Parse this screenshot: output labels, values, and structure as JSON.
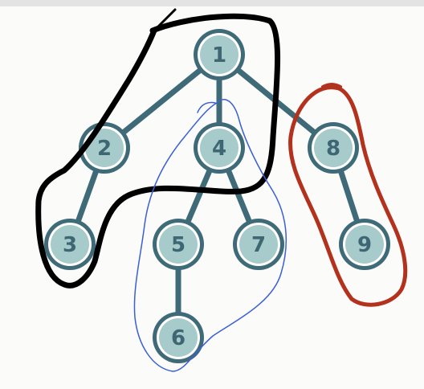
{
  "diagram": {
    "nodes": [
      {
        "id": "1",
        "label": "1"
      },
      {
        "id": "2",
        "label": "2"
      },
      {
        "id": "4",
        "label": "4"
      },
      {
        "id": "8",
        "label": "8"
      },
      {
        "id": "3",
        "label": "3"
      },
      {
        "id": "5",
        "label": "5"
      },
      {
        "id": "7",
        "label": "7"
      },
      {
        "id": "9",
        "label": "9"
      },
      {
        "id": "6",
        "label": "6"
      }
    ],
    "edges": [
      [
        "1",
        "2"
      ],
      [
        "1",
        "4"
      ],
      [
        "1",
        "8"
      ],
      [
        "2",
        "3"
      ],
      [
        "4",
        "5"
      ],
      [
        "4",
        "7"
      ],
      [
        "8",
        "9"
      ],
      [
        "5",
        "6"
      ]
    ],
    "colors": {
      "node_fill": "#a6cbca",
      "node_ring": "#3f6a78",
      "edge": "#3f6a78",
      "label": "#3e6673",
      "annotation_black": "#000000",
      "annotation_blue": "#3a5fd6",
      "annotation_red": "#b3321e"
    },
    "annotations": [
      {
        "name": "black-loop",
        "color": "black",
        "encloses": [
          "1",
          "2",
          "3",
          "4"
        ]
      },
      {
        "name": "blue-loop",
        "color": "blue",
        "encloses": [
          "4",
          "5",
          "6"
        ]
      },
      {
        "name": "red-loop",
        "color": "red",
        "encloses": [
          "8",
          "9"
        ]
      }
    ]
  }
}
